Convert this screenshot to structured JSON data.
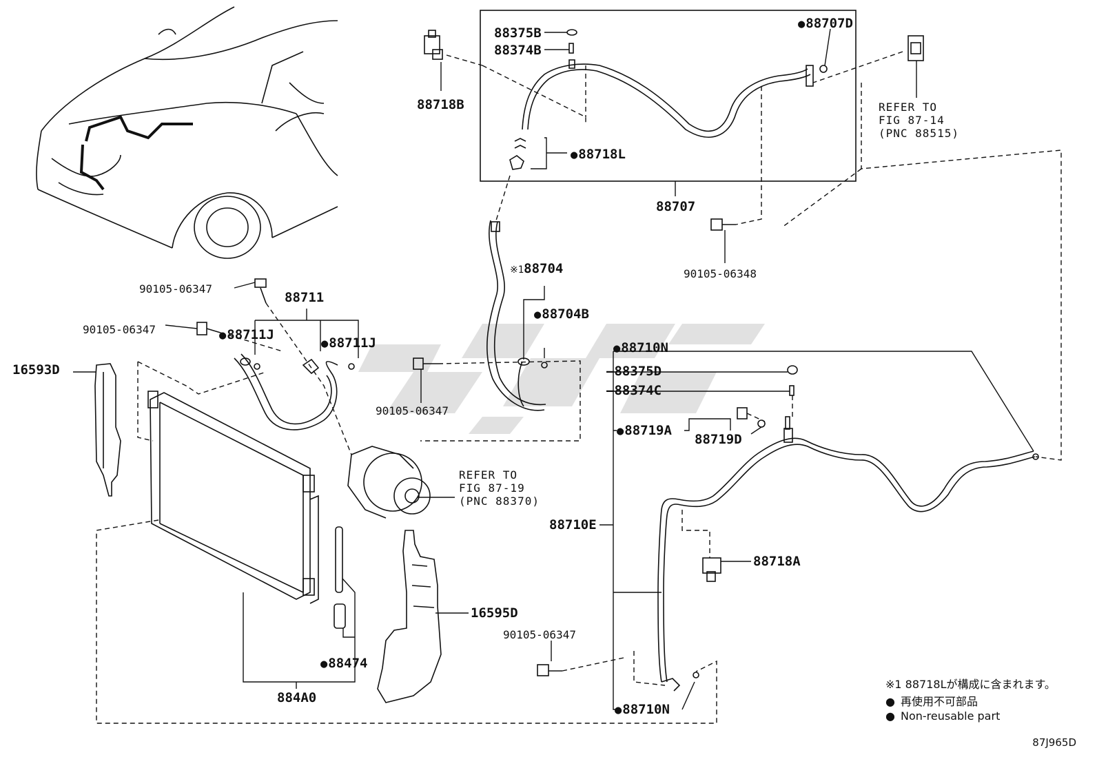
{
  "labels": {
    "p88375B": "88375B",
    "p88374B": "88374B",
    "p88718B": "88718B",
    "p88707D": "88707D",
    "p88718L": "88718L",
    "p88707": "88707",
    "p90105_06348": "90105-06348",
    "p88704": "88704",
    "p88704_prefix": "※1",
    "p88704B": "88704B",
    "p90105_06347_a": "90105-06347",
    "p90105_06347_b": "90105-06347",
    "p90105_06347_c": "90105-06347",
    "p90105_06347_d": "90105-06347",
    "p88711": "88711",
    "p88711J_a": "88711J",
    "p88711J_b": "88711J",
    "p16593D": "16593D",
    "p88710N_top": "88710N",
    "p88375D": "88375D",
    "p88374C": "88374C",
    "p88719A": "88719A",
    "p88719D": "88719D",
    "p88710E": "88710E",
    "p88718A": "88718A",
    "p16595D": "16595D",
    "p88474": "88474",
    "p884A0": "884A0",
    "p88710N_bottom": "88710N"
  },
  "refs": {
    "ref1": [
      "REFER TO",
      "FIG 87-14",
      "(PNC 88515)"
    ],
    "ref2": [
      "REFER TO",
      "FIG 87-19",
      "(PNC 88370)"
    ]
  },
  "legend": {
    "note1": "※1 88718Lが構成に含まれます。",
    "note2": "再使用不可部品",
    "note3": "Non-reusable part"
  },
  "diagram_code": "87J965D",
  "colors": {
    "line": "#111111",
    "watermark": "#c8c8c8"
  }
}
